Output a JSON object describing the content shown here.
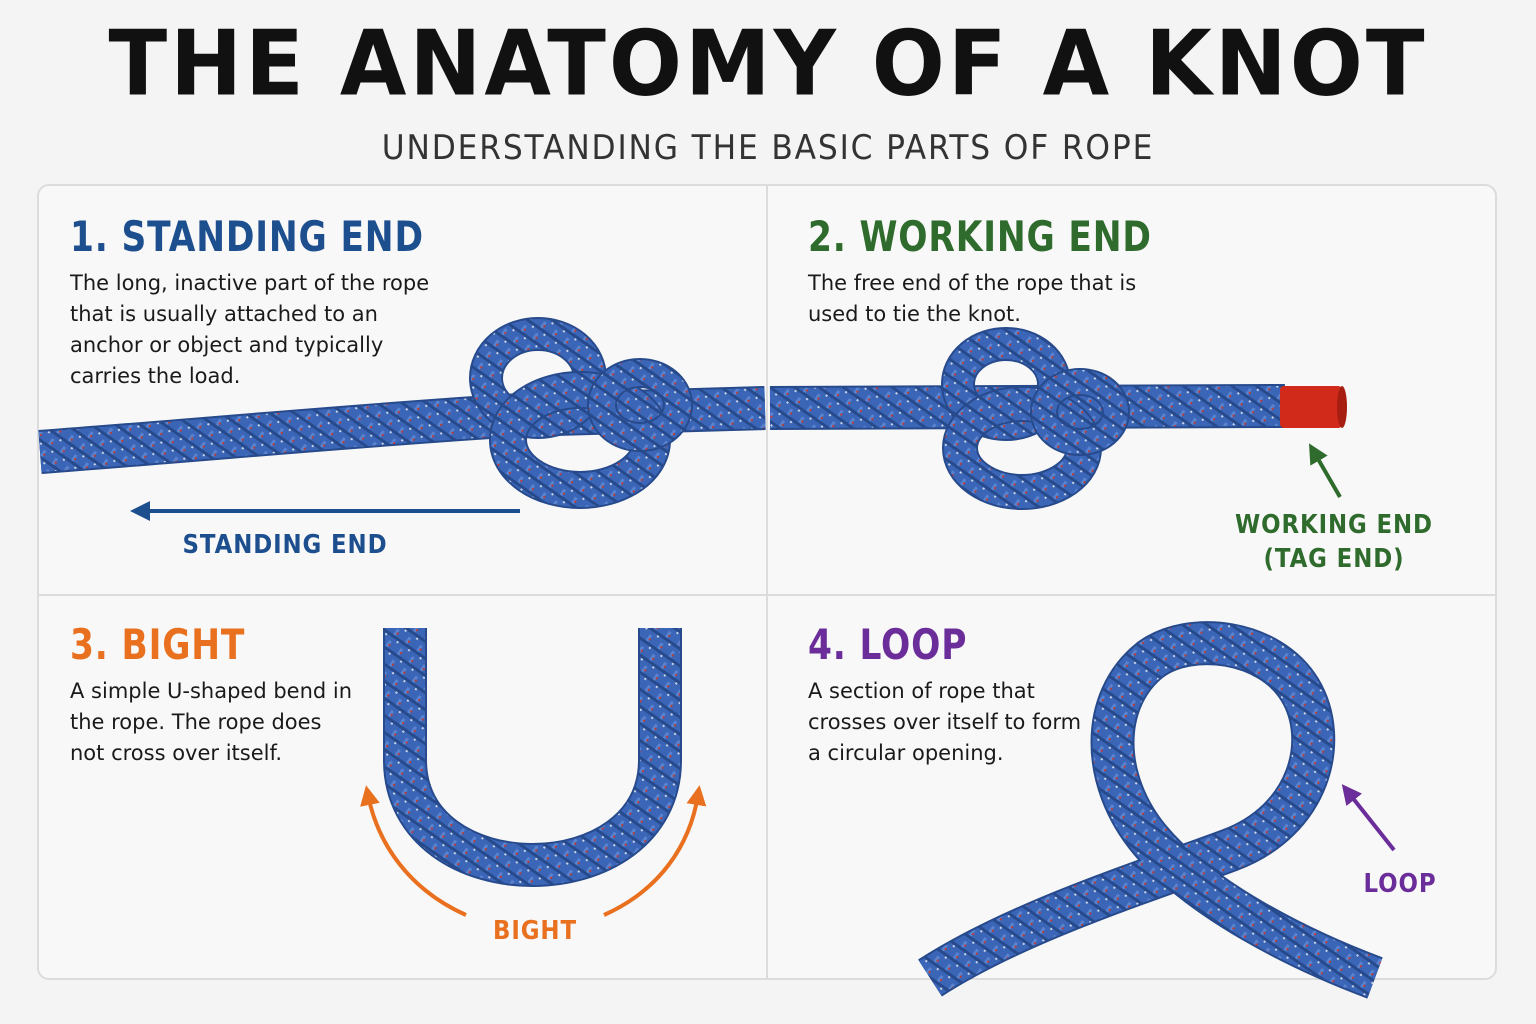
{
  "title": "THE ANATOMY OF A KNOT",
  "subtitle": "UNDERSTANDING THE BASIC PARTS OF ROPE",
  "colors": {
    "standing": "#1d4f8f",
    "working": "#2e6b2c",
    "bight": "#e8701e",
    "loop": "#6a2d9a",
    "rope": "#3b66b8",
    "rope_dark": "#274a8c",
    "tag": "#d12a1a"
  },
  "panels": [
    {
      "title": "1. STANDING END",
      "description": "The long, inactive part of the rope that is usually attached to an anchor or object and typically carries the load.",
      "callout": "STANDING END"
    },
    {
      "title": "2. WORKING END",
      "description": "The free end of the rope that is used to tie the knot.",
      "callout_line1": "WORKING END",
      "callout_line2": "(TAG END)"
    },
    {
      "title": "3. BIGHT",
      "description": "A simple U-shaped bend in the rope. The rope does not cross over itself.",
      "callout": "BIGHT"
    },
    {
      "title": "4. LOOP",
      "description": "A section of rope that crosses over itself to form a circular opening.",
      "callout": "LOOP"
    }
  ]
}
